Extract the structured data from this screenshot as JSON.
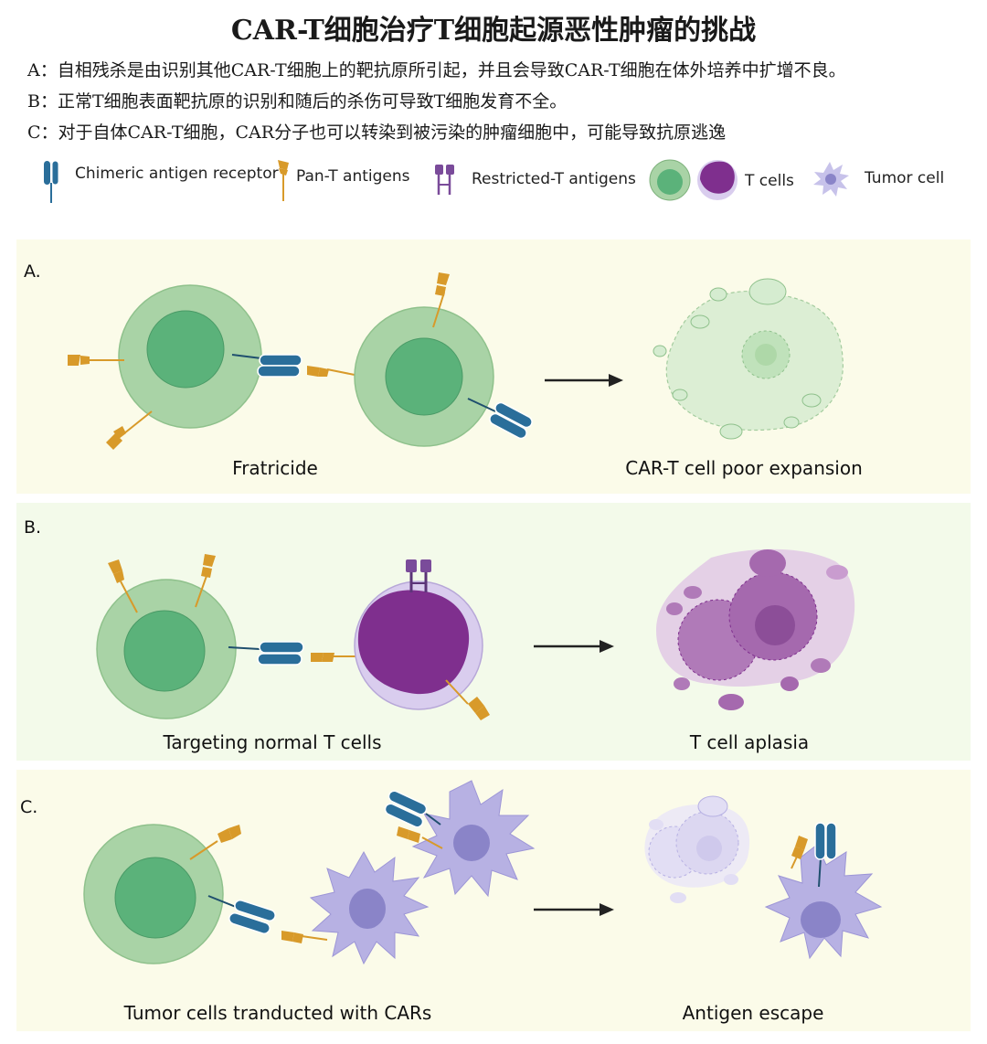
{
  "title": "CAR-T细胞治疗T细胞起源恶性肿瘤的挑战",
  "descriptions": [
    "A：自相残杀是由识别其他CAR-T细胞上的靶抗原所引起，并且会导致CAR-T细胞在体外培养中扩增不良。",
    "B：正常T细胞表面靶抗原的识别和随后的杀伤可导致T细胞发育不全。",
    "C：对于自体CAR-T细胞，CAR分子也可以转染到被污染的肿瘤细胞中，可能导致抗原逃逸"
  ],
  "legend": {
    "car": "Chimeric antigen receptor",
    "pan_t": "Pan-T antigens",
    "restricted_t": "Restricted-T antigens",
    "t_cells": "T cells",
    "tumor_cell": "Tumor cell"
  },
  "panels": [
    {
      "label": "A.",
      "left_caption": "Fratricide",
      "right_caption": "CAR-T cell poor expansion"
    },
    {
      "label": "B.",
      "left_caption": "Targeting normal T cells",
      "right_caption": "T cell aplasia"
    },
    {
      "label": "C.",
      "left_caption": "Tumor cells tranducted with CARs",
      "right_caption": "Antigen escape"
    }
  ],
  "colors": {
    "panel_a_bg": "#fbfbe9",
    "panel_b_bg": "#f3faea",
    "panel_c_bg": "#fbfbe9",
    "t_cell_outer": "#a9d3a6",
    "t_cell_inner": "#5bb27a",
    "normal_t_outer": "#d9cdee",
    "normal_t_inner": "#7f2f8e",
    "tumor": "#b7b1e3",
    "tumor_nucleus": "#8a84c8",
    "car": "#2a6e9a",
    "pan_t": "#d89a2a",
    "restricted_t": "#7a4b9a"
  }
}
